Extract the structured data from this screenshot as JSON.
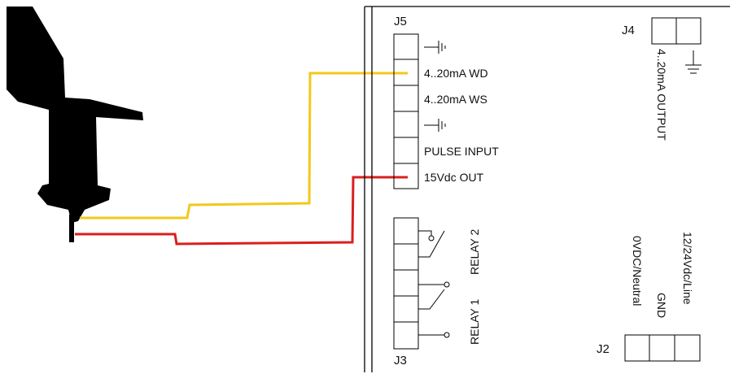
{
  "connectors": {
    "j5": {
      "label": "J5",
      "terminals": {
        "wd": "4..20mA WD",
        "ws": "4..20mA WS",
        "pulse": "PULSE INPUT",
        "out15": "15Vdc OUT"
      }
    },
    "j4": {
      "label": "J4",
      "output_label": "4..20mA OUTPUT"
    },
    "j3": {
      "label": "J3",
      "relay1": "RELAY 1",
      "relay2": "RELAY 2"
    },
    "j2": {
      "label": "J2",
      "terminals": {
        "neutral": "0VDC/Neutral",
        "gnd": "GND",
        "line": "12/24Vdc/Line"
      }
    }
  },
  "wires": {
    "signal_color": "#f2c81a",
    "power_color": "#d91f1f"
  }
}
